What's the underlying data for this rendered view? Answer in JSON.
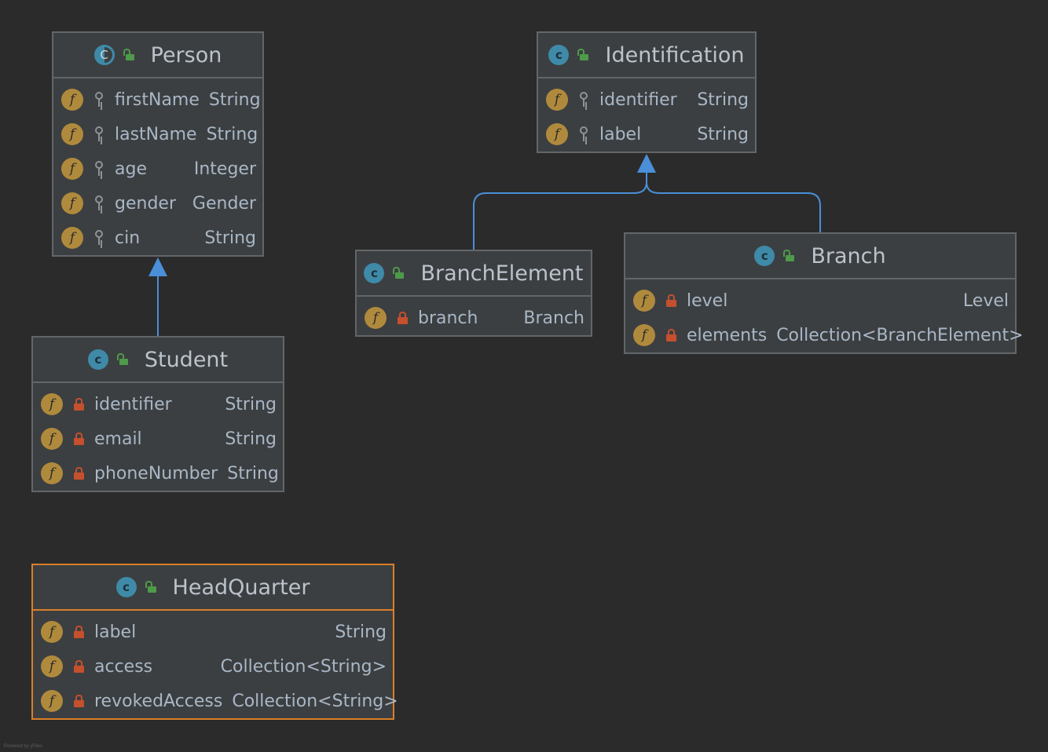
{
  "diagram": {
    "nodes": [
      {
        "id": "person",
        "title": "Person",
        "abstract": true,
        "selected": false,
        "fields": [
          {
            "name": "firstName",
            "type": "String",
            "visibility": "package"
          },
          {
            "name": "lastName",
            "type": "String",
            "visibility": "package"
          },
          {
            "name": "age",
            "type": "Integer",
            "visibility": "package"
          },
          {
            "name": "gender",
            "type": "Gender",
            "visibility": "package"
          },
          {
            "name": "cin",
            "type": "String",
            "visibility": "package"
          }
        ]
      },
      {
        "id": "identification",
        "title": "Identification",
        "abstract": false,
        "selected": false,
        "fields": [
          {
            "name": "identifier",
            "type": "String",
            "visibility": "package"
          },
          {
            "name": "label",
            "type": "String",
            "visibility": "package"
          }
        ]
      },
      {
        "id": "student",
        "title": "Student",
        "abstract": false,
        "selected": false,
        "fields": [
          {
            "name": "identifier",
            "type": "String",
            "visibility": "private"
          },
          {
            "name": "email",
            "type": "String",
            "visibility": "private"
          },
          {
            "name": "phoneNumber",
            "type": "String",
            "visibility": "private"
          }
        ]
      },
      {
        "id": "branch-element",
        "title": "BranchElement",
        "abstract": false,
        "selected": false,
        "fields": [
          {
            "name": "branch",
            "type": "Branch",
            "visibility": "private"
          }
        ]
      },
      {
        "id": "branch",
        "title": "Branch",
        "abstract": false,
        "selected": false,
        "fields": [
          {
            "name": "level",
            "type": "Level",
            "visibility": "private"
          },
          {
            "name": "elements",
            "type": "Collection<BranchElement>",
            "visibility": "private"
          }
        ]
      },
      {
        "id": "head-quarter",
        "title": "HeadQuarter",
        "abstract": false,
        "selected": true,
        "fields": [
          {
            "name": "label",
            "type": "String",
            "visibility": "private"
          },
          {
            "name": "access",
            "type": "Collection<String>",
            "visibility": "private"
          },
          {
            "name": "revokedAccess",
            "type": "Collection<String>",
            "visibility": "private"
          }
        ]
      }
    ],
    "edges": [
      {
        "from": "student",
        "to": "person",
        "kind": "inheritance"
      },
      {
        "from": "branch-element",
        "to": "identification",
        "kind": "inheritance"
      },
      {
        "from": "branch",
        "to": "identification",
        "kind": "inheritance"
      }
    ],
    "footer": "Powered by yFiles"
  },
  "colors": {
    "background": "#2b2b2b",
    "node_fill": "#3c3f41",
    "node_border": "#636668",
    "selected_border": "#d9802a",
    "edge": "#4a8fd8",
    "class_icon": "#3e8aa8",
    "field_icon": "#b08a3c",
    "private_lock": "#c4502d",
    "public_lock": "#4e9a4a"
  },
  "icons": {
    "class": "class-icon",
    "abstract_class": "abstract-class-icon",
    "class_visibility": "open-lock-icon",
    "field": "field-icon",
    "package_visibility": "key-icon",
    "private_visibility": "lock-icon"
  }
}
